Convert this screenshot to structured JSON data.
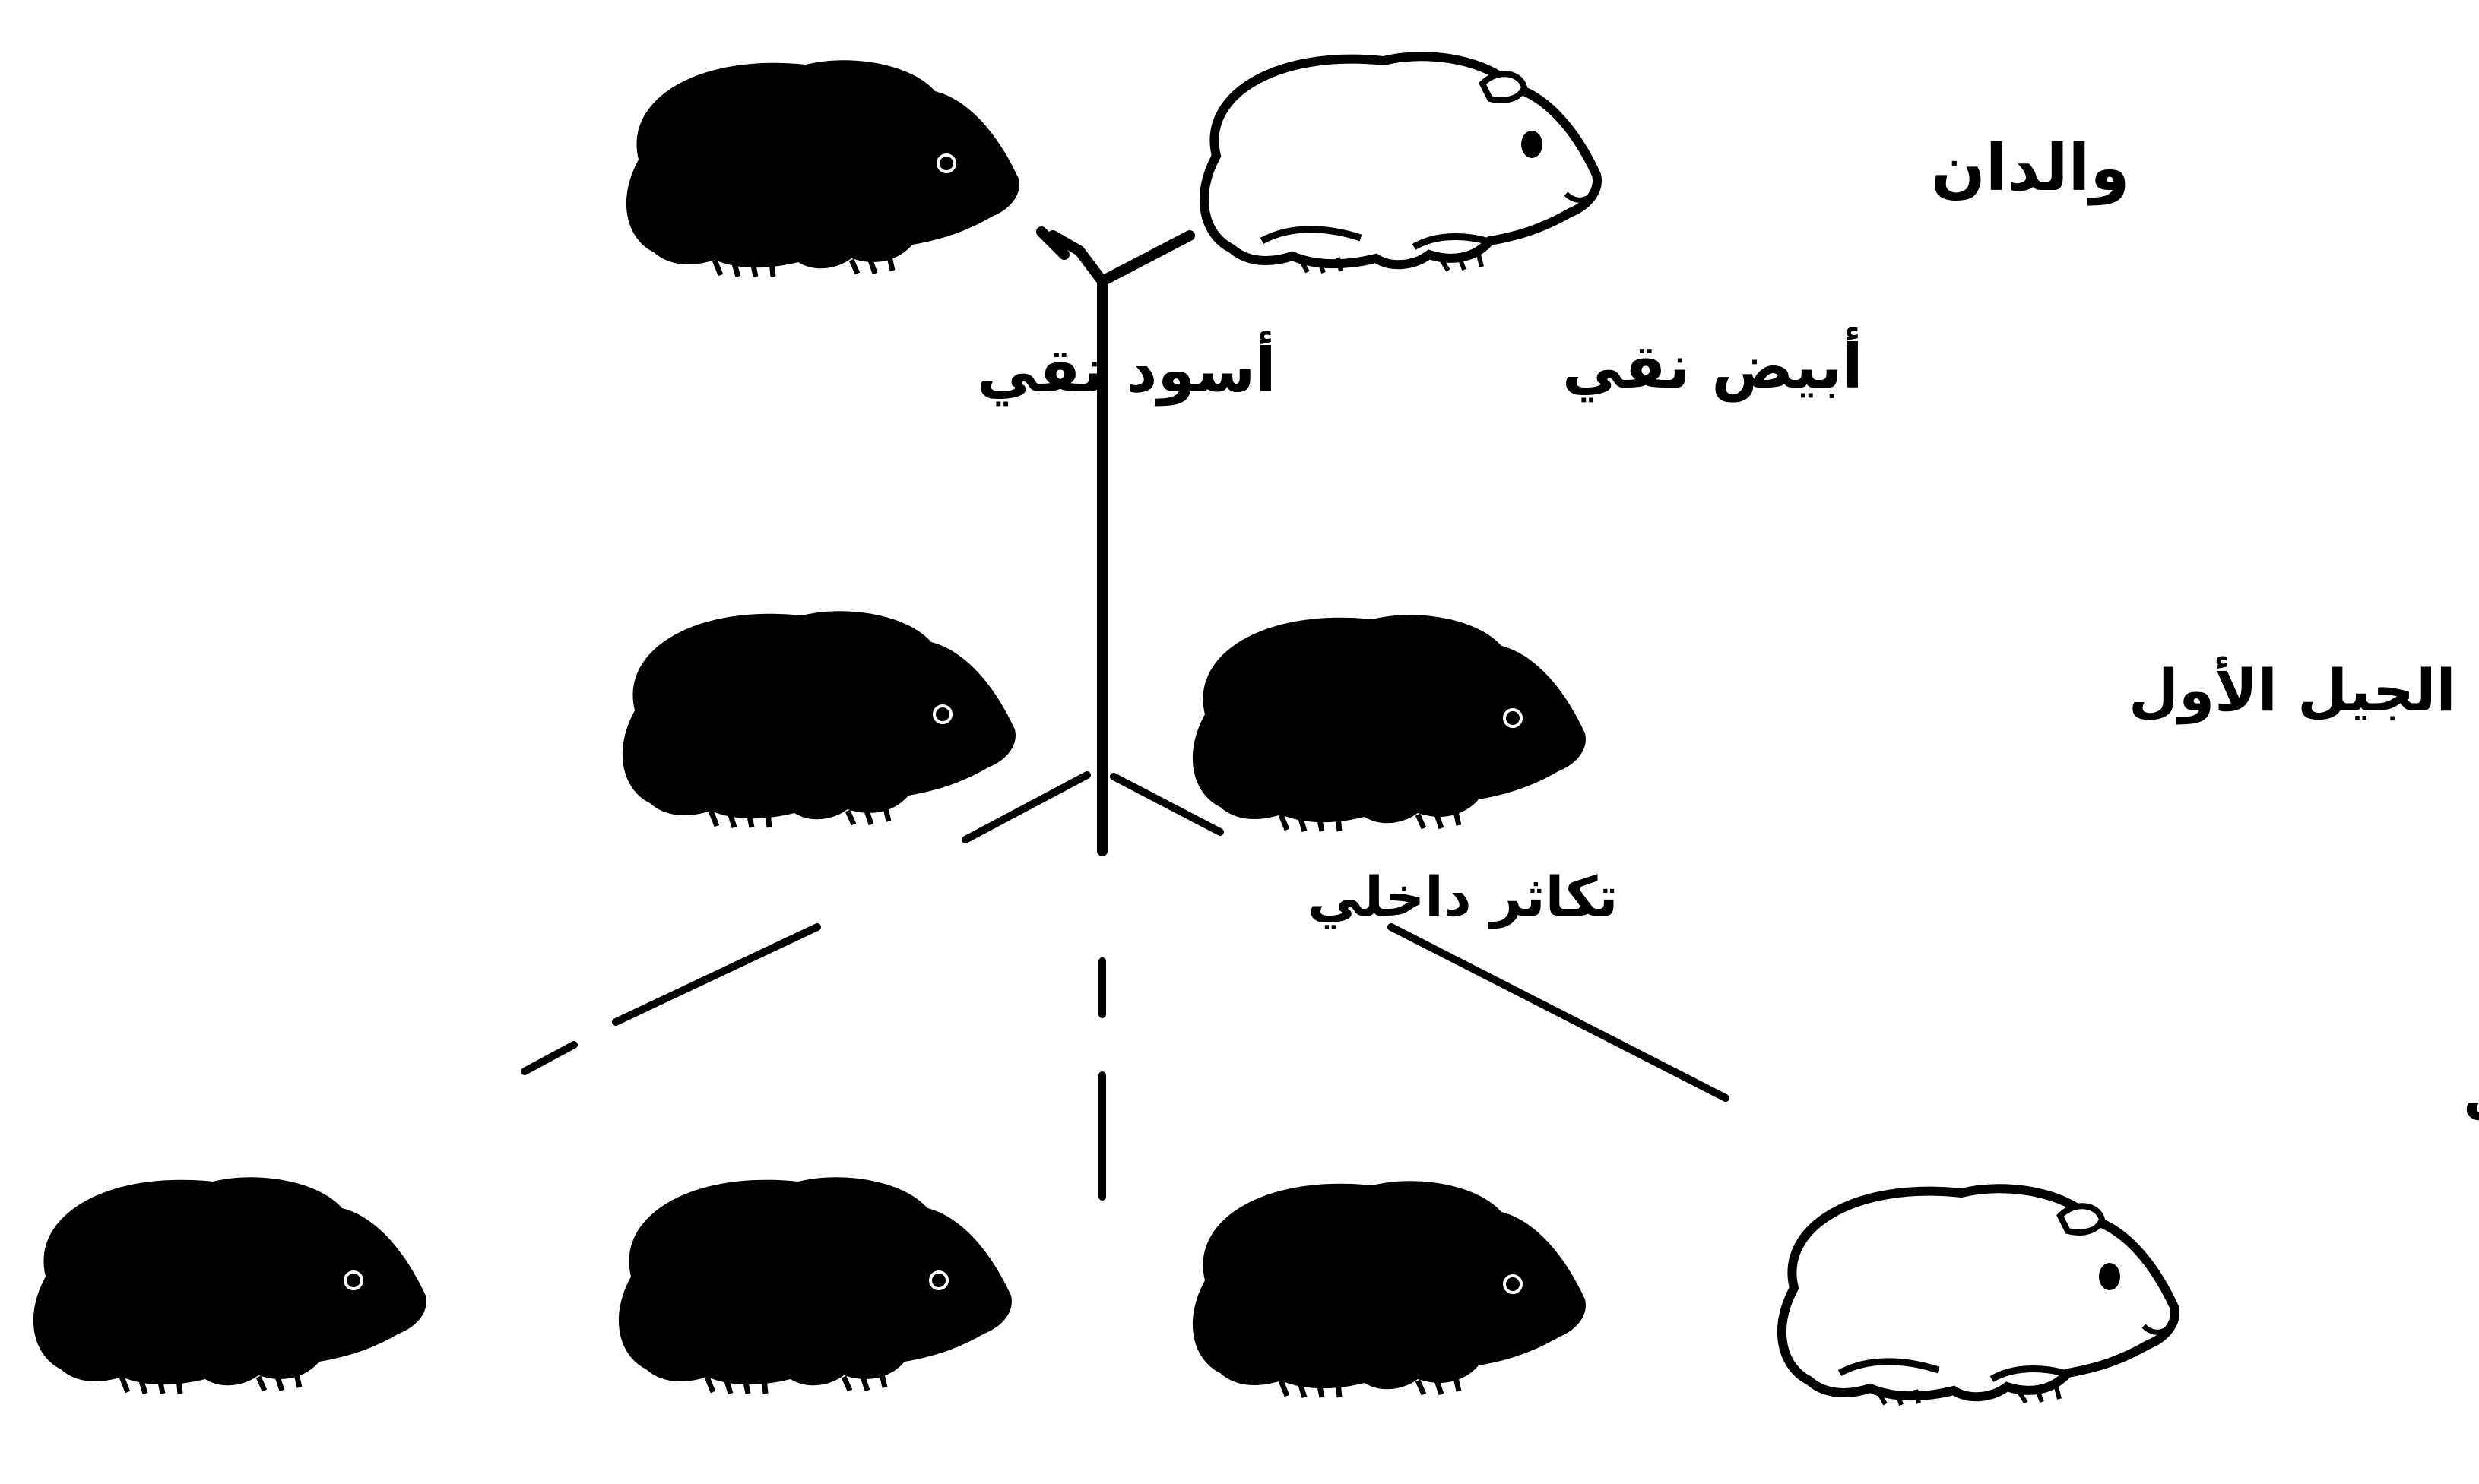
{
  "colors": {
    "background": "#ffffff",
    "ink": "#000000",
    "white_fur": "#ffffff"
  },
  "labels": {
    "parents": "والدان",
    "first_generation": "الجيل الأول",
    "second_generation": "الجيل الثاني",
    "parent_black": "أسود نقي",
    "parent_white": "أبيض نقي",
    "interbreeding": "تكاثر داخلي"
  },
  "icons": {
    "black_guinea_pig": "black-guinea-pig-icon",
    "white_guinea_pig": "white-guinea-pig-icon",
    "cross_symbol": "cross-symbol-icon"
  }
}
